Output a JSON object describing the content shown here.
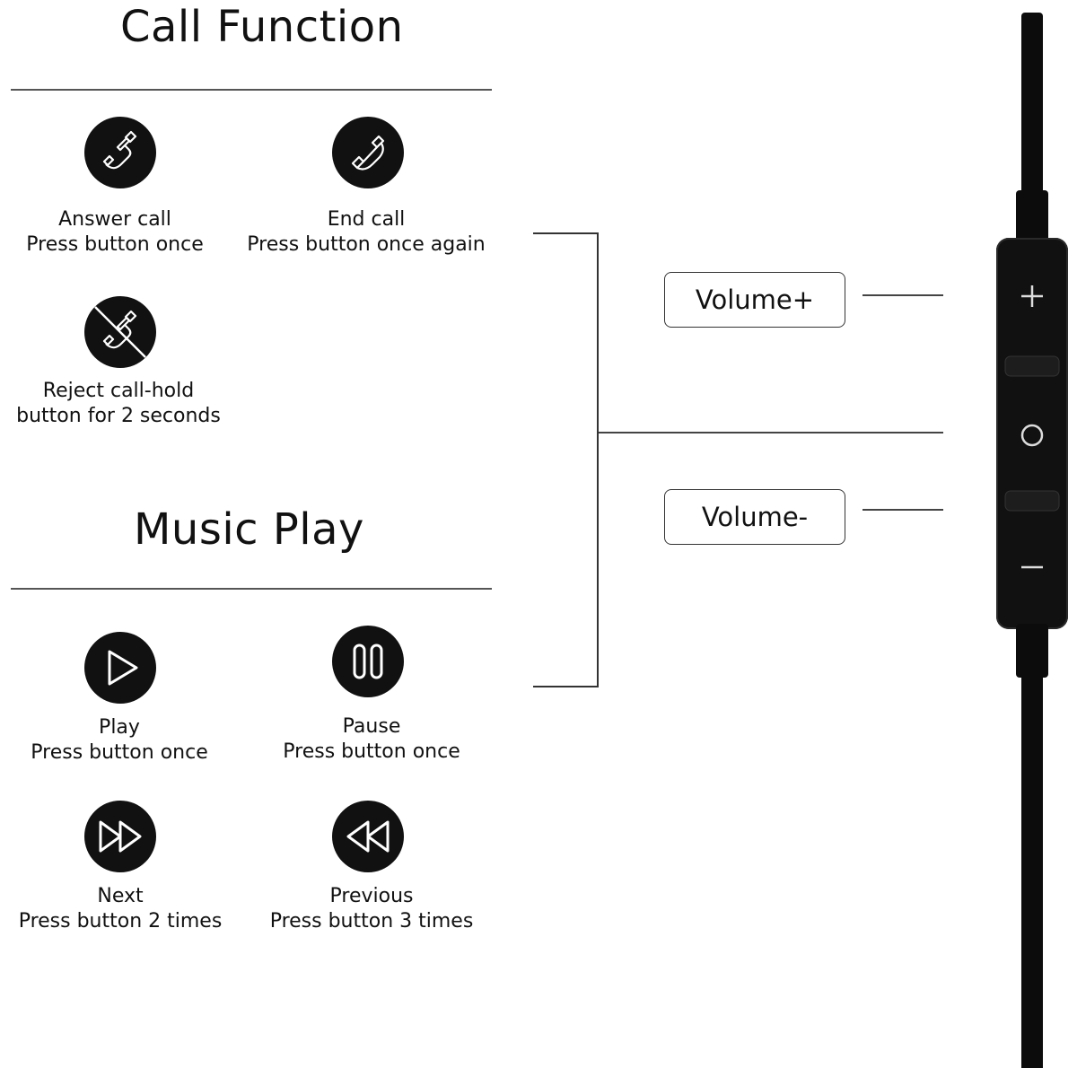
{
  "call_section": {
    "title": "Call Function",
    "items": [
      {
        "icon": "phone-answer-icon",
        "title": "Answer call",
        "desc": "Press button once"
      },
      {
        "icon": "phone-end-icon",
        "title": "End call",
        "desc": "Press button once again"
      },
      {
        "icon": "phone-reject-icon",
        "title": "Reject call-hold",
        "desc": "button for 2 seconds"
      }
    ]
  },
  "music_section": {
    "title": "Music Play",
    "items": [
      {
        "icon": "play-icon",
        "title": "Play",
        "desc": "Press button once"
      },
      {
        "icon": "pause-icon",
        "title": "Pause",
        "desc": "Press button once"
      },
      {
        "icon": "next-icon",
        "title": "Next",
        "desc": "Press button 2 times"
      },
      {
        "icon": "previous-icon",
        "title": "Previous",
        "desc": "Press button 3 times"
      }
    ]
  },
  "remote": {
    "volume_up_label": "Volume+",
    "volume_down_label": "Volume-",
    "buttons": [
      "plus-icon",
      "center-button-icon",
      "minus-icon"
    ]
  },
  "colors": {
    "icon_fill": "#111111",
    "icon_stroke": "#ffffff",
    "cable": "#0c0c0c"
  }
}
